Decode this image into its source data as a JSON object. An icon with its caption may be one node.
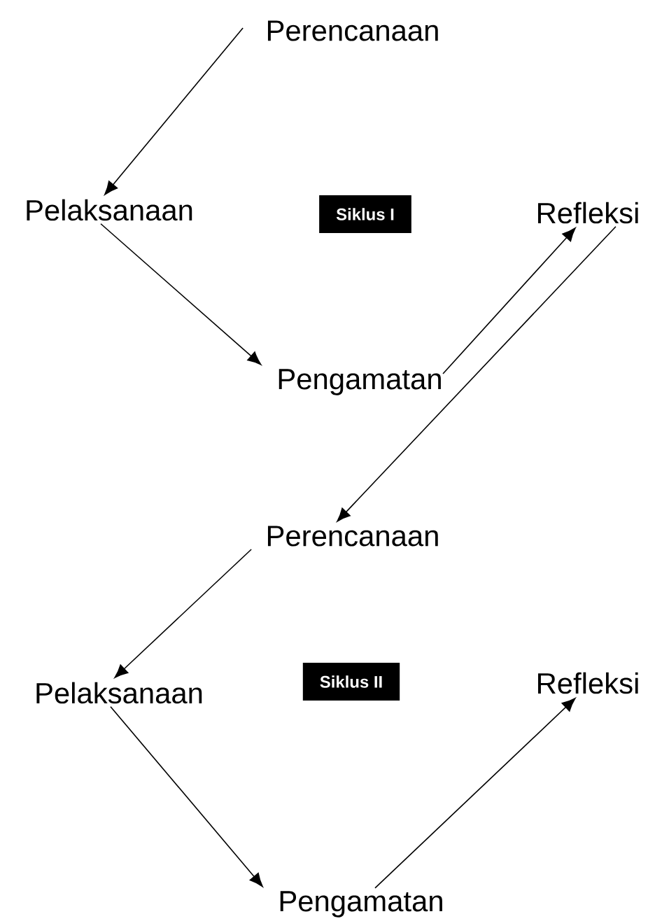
{
  "diagram": {
    "nodes": [
      {
        "text": [
          "Perencanaan"
        ]
      },
      {
        "text": [
          "Pelaksanaan"
        ]
      },
      {
        "text": [
          "Siklus I"
        ]
      },
      {
        "text": [
          "Refleksi"
        ]
      },
      {
        "text": [
          "Pengamatan"
        ]
      },
      {
        "text": [
          "Perencanaan"
        ]
      },
      {
        "text": [
          "Pelaksanaan"
        ]
      },
      {
        "text": [
          "Siklus II"
        ]
      },
      {
        "text": [
          "Refleksi"
        ]
      },
      {
        "text": [
          "Pengamatan"
        ]
      }
    ],
    "edges": [
      {
        "from": 0,
        "to": 1,
        "arrow": "to"
      },
      {
        "from": 1,
        "to": 4,
        "arrow": "to"
      },
      {
        "from": 4,
        "to": 3,
        "arrow": "to"
      },
      {
        "from": 3,
        "to": 5,
        "arrow": "to"
      },
      {
        "from": 5,
        "to": 6,
        "arrow": "to"
      },
      {
        "from": 6,
        "to": 9,
        "arrow": "to"
      },
      {
        "from": 9,
        "to": 8,
        "arrow": "to"
      }
    ]
  }
}
